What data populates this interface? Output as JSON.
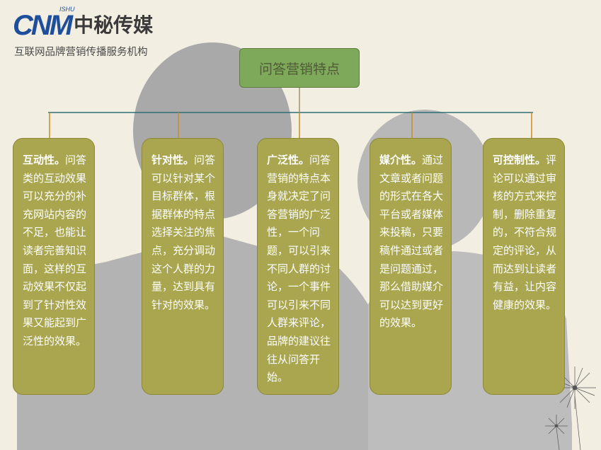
{
  "logo": {
    "brand_mark": "CNM",
    "brand_small": "ISHU",
    "brand_name": "中秘传媒"
  },
  "tagline": "互联网品牌营销传播服务机构",
  "title": "问答营销特点",
  "colors": {
    "card": "#aaa64f",
    "title_box": "#7ea85a",
    "background": "#f2efe2",
    "connector": "#2f6f78",
    "drop_line": "#c98a2a"
  },
  "cards": [
    {
      "heading": "互动性。",
      "body": "问答类的互动效果可以充分的补充网站内容的不足，也能让读者完善知识面，这样的互动效果不仅起到了针对性效果又能起到广泛性的效果。"
    },
    {
      "heading": "针对性。",
      "body": "问答可以针对某个目标群体，根据群体的特点选择关注的焦点，充分调动这个人群的力量，达到具有针对的效果。"
    },
    {
      "heading": "广泛性。",
      "body": "问答营销的特点本身就决定了问答营销的广泛性，一个问题，可以引来不同人群的讨论，一个事件可以引来不同人群来评论，品牌的建议往往从问答开始。"
    },
    {
      "heading": "媒介性。",
      "body": "通过文章或者问题的形式在各大平台或者媒体来投稿，只要稿件通过或者是问题通过，那么借助媒介可以达到更好的效果。"
    },
    {
      "heading": "可控制性。",
      "body": "评论可以通过审核的方式来控制，删除重复的，不符合规定的评论，从而达到让读者有益，让内容健康的效果。"
    }
  ]
}
